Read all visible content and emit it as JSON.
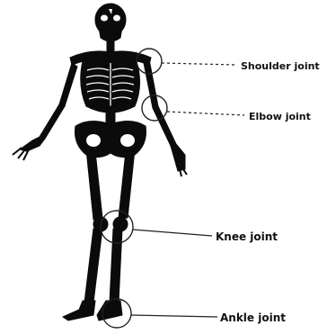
{
  "figure": {
    "labels": {
      "shoulder": "Shoulder joint",
      "elbow": "Elbow joint",
      "knee": "Knee joint",
      "ankle": "Ankle joint"
    },
    "colors": {
      "bone": "#0b0b0b",
      "bone_highlight": "#ffffff",
      "circle": "#222222",
      "leader": "#222222",
      "text": "#111111"
    }
  }
}
